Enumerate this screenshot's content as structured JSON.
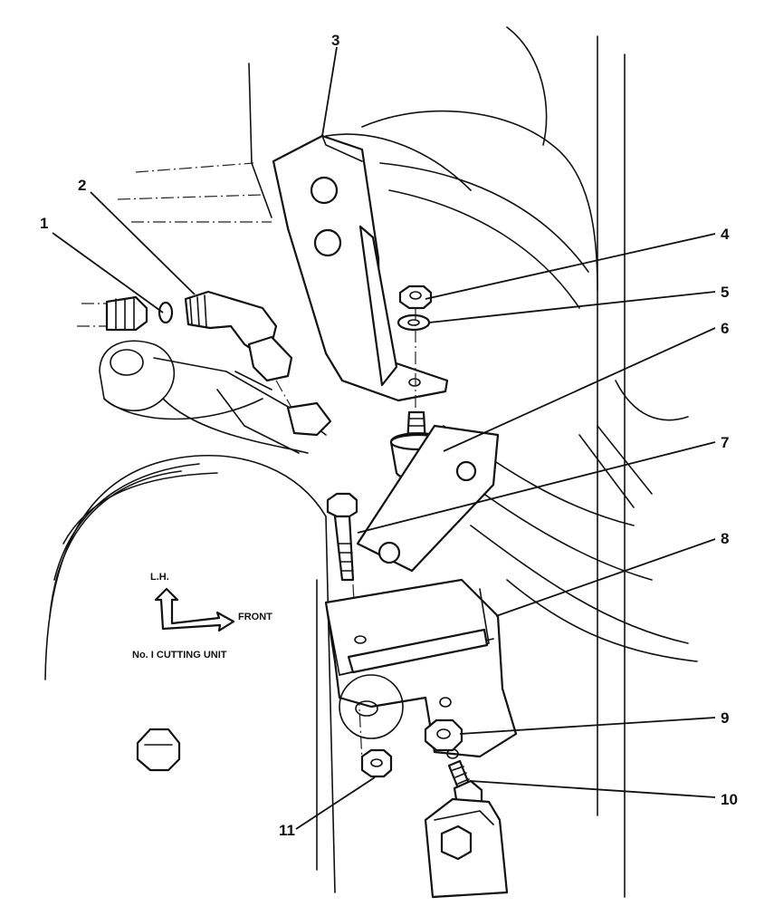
{
  "callouts": [
    {
      "id": "1",
      "text": "1"
    },
    {
      "id": "2",
      "text": "2"
    },
    {
      "id": "3",
      "text": "3"
    },
    {
      "id": "4",
      "text": "4"
    },
    {
      "id": "5",
      "text": "5"
    },
    {
      "id": "6",
      "text": "6"
    },
    {
      "id": "7",
      "text": "7"
    },
    {
      "id": "8",
      "text": "8"
    },
    {
      "id": "9",
      "text": "9"
    },
    {
      "id": "10",
      "text": "10"
    },
    {
      "id": "11",
      "text": "11"
    }
  ],
  "direction": {
    "up_label": "L.H.",
    "right_label": "FRONT",
    "caption": "No. I CUTTING UNIT"
  }
}
